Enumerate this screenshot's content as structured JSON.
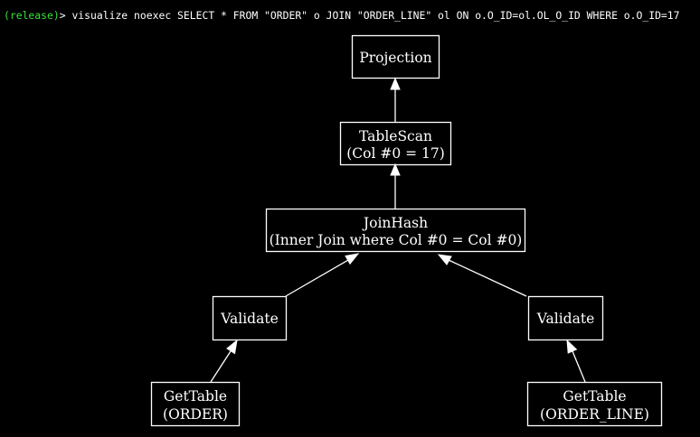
{
  "terminal": {
    "prompt": "(release)",
    "command": "> visualize noexec SELECT * FROM \"ORDER\" o JOIN \"ORDER_LINE\" ol ON o.O_ID=ol.OL_O_ID WHERE o.O_ID=17",
    "colors": {
      "background": "#000000",
      "text": "#ffffff",
      "prompt": "#36e13a"
    }
  },
  "plan": {
    "projection": {
      "line1": "Projection"
    },
    "tablescan": {
      "line1": "TableScan",
      "line2": "(Col #0 = 17)"
    },
    "joinhash": {
      "line1": "JoinHash",
      "line2": "(Inner Join where Col #0 = Col #0)"
    },
    "validate_left": {
      "line1": "Validate"
    },
    "validate_right": {
      "line1": "Validate"
    },
    "gettable_left": {
      "line1": "GetTable",
      "line2": "(ORDER)"
    },
    "gettable_right": {
      "line1": "GetTable",
      "line2": "(ORDER_LINE)"
    }
  }
}
